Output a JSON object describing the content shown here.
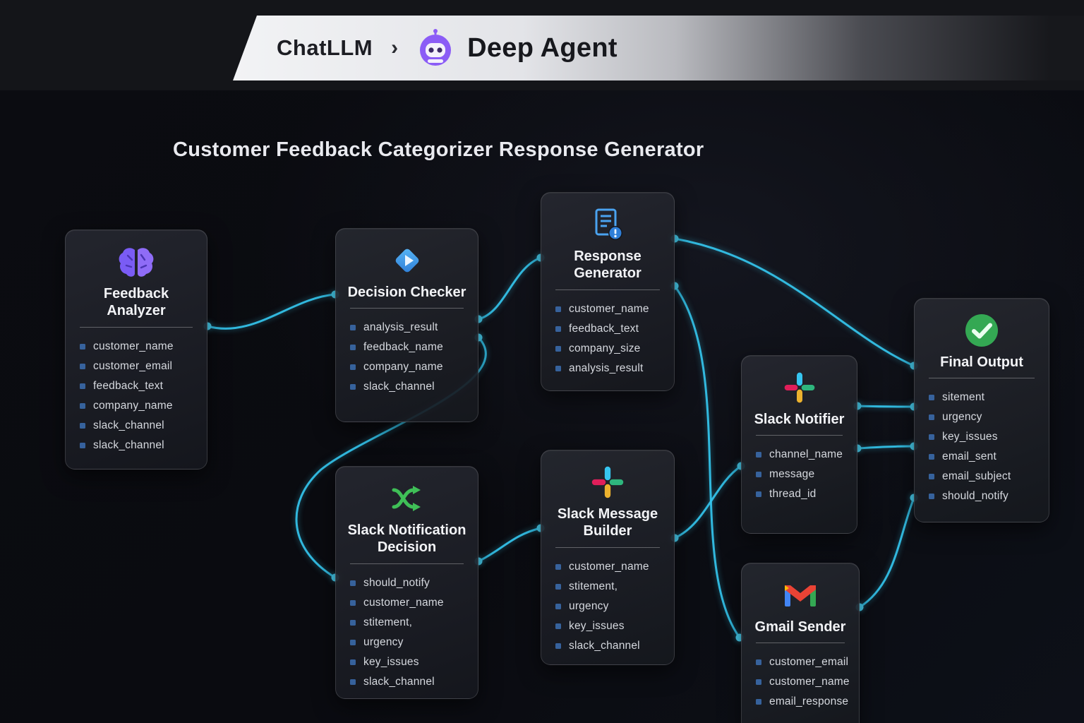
{
  "header": {
    "brand": "ChatLLM",
    "separator": "›",
    "app": "Deep Agent"
  },
  "flow": {
    "title": "Customer Feedback Categorizer Response Generator"
  },
  "colors": {
    "wire": "#35c6ee",
    "canvas_bg": "#0b0c11",
    "node_border": "rgba(255,255,255,0.14)",
    "brand_accent_purple": "#8b5cf6",
    "success_green": "#34a853",
    "decision_blue": "#3d9bf0",
    "branch_green": "#3fbf57",
    "slack_blue": "#36C5F0",
    "slack_green": "#2EB67D",
    "slack_yellow": "#ECB22E",
    "slack_red": "#E01E5A"
  },
  "nodes": [
    {
      "title": "Feedback Analyzer",
      "icon": "brain-icon",
      "fields": [
        "customer_name",
        "customer_email",
        "feedback_text",
        "company_name",
        "slack_channel",
        "slack_channel"
      ]
    },
    {
      "title": "Decision Checker",
      "icon": "decision-diamond-icon",
      "fields": [
        "analysis_result",
        "feedback_name",
        "company_name",
        "slack_channel"
      ]
    },
    {
      "title": "Response Generator",
      "icon": "document-icon",
      "fields": [
        "customer_name",
        "feedback_text",
        "company_size",
        "analysis_result"
      ]
    },
    {
      "title": "Slack Notification Decision",
      "icon": "branch-icon",
      "fields": [
        "should_notify",
        "customer_name",
        "stitement,",
        "urgency",
        "key_issues",
        "slack_channel"
      ]
    },
    {
      "title": "Slack Message Builder",
      "icon": "slack-icon",
      "fields": [
        "customer_name",
        "stitement,",
        "urgency",
        "key_issues",
        "slack_channel"
      ]
    },
    {
      "title": "Slack Notifier",
      "icon": "slack-icon",
      "fields": [
        "channel_name",
        "message",
        "thread_id"
      ]
    },
    {
      "title": "Gmail Sender",
      "icon": "gmail-icon",
      "fields": [
        "customer_email",
        "customer_name",
        "email_response"
      ]
    },
    {
      "title": "Final Output",
      "icon": "check-icon",
      "fields": [
        "sitement",
        "urgency",
        "key_issues",
        "email_sent",
        "email_subject",
        "should_notify"
      ]
    }
  ]
}
